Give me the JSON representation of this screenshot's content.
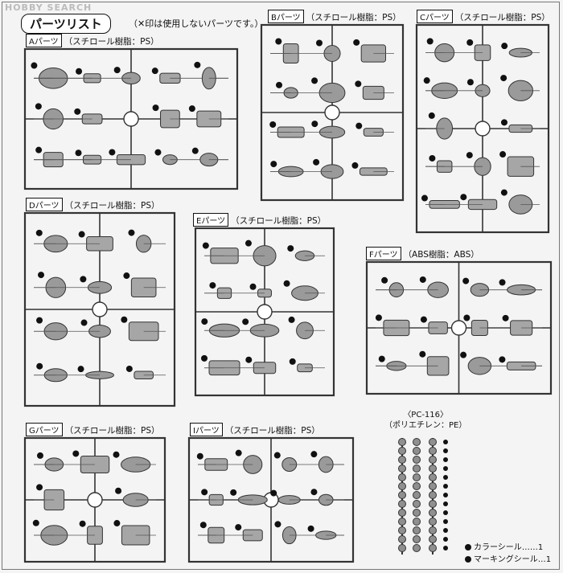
{
  "watermark": "HOBBY SEARCH",
  "title": "パーツリスト",
  "note": "（✕印は使用しないパーツです。）",
  "sprues": [
    {
      "id": "A",
      "tag": "Aパーツ",
      "material": "（スチロール樹脂：PS）"
    },
    {
      "id": "B",
      "tag": "Bパーツ",
      "material": "（スチロール樹脂：PS）"
    },
    {
      "id": "C",
      "tag": "Cパーツ",
      "material": "（スチロール樹脂：PS）"
    },
    {
      "id": "D",
      "tag": "Dパーツ",
      "material": "（スチロール樹脂：PS）"
    },
    {
      "id": "E",
      "tag": "Eパーツ",
      "material": "（スチロール樹脂：PS）"
    },
    {
      "id": "F",
      "tag": "Fパーツ",
      "material": "（ABS樹脂：ABS）"
    },
    {
      "id": "G",
      "tag": "Gパーツ",
      "material": "（スチロール樹脂：PS）"
    },
    {
      "id": "I",
      "tag": "Iパーツ",
      "material": "（スチロール樹脂：PS）"
    }
  ],
  "pe": {
    "code": "〈PC-116〉",
    "material": "（ポリエチレン：PE）"
  },
  "stickers": [
    {
      "label": "カラーシール",
      "qty": "1"
    },
    {
      "label": "マーキングシール",
      "qty": "1"
    }
  ]
}
